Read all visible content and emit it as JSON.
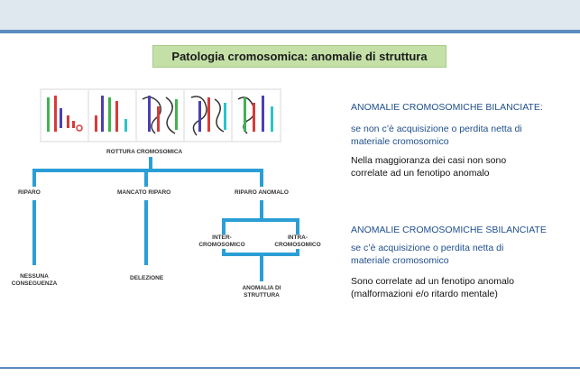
{
  "title": "Patologia cromosomica: anomalie di struttura",
  "diagram": {
    "root": "ROTTURA CROMOSOMICA",
    "branches": [
      "RIPARO",
      "MANCATO RIPARO",
      "RIPARO ANOMALO"
    ],
    "outcomes": {
      "riparo": "NESSUNA CONSEGUENZA",
      "mancato": "DELEZIONE",
      "anomalo": "ANOMALIA DI STRUTTURA"
    },
    "sub_branches": [
      "INTER-CROMOSOMICO",
      "INTRA-CROMOSOMICO"
    ]
  },
  "balanced": {
    "heading": "ANOMALIE CROMOSOMICHE BILANCIATE:",
    "definition": "se non c’è acquisizione o perdita netta di materiale cromosomico",
    "note": "Nella maggioranza dei casi non sono correlate ad un fenotipo anomalo"
  },
  "unbalanced": {
    "heading": "ANOMALIE CROMOSOMICHE SBILANCIATE",
    "definition": "se c’è acquisizione o perdita netta di materiale cromosomico",
    "note": "Sono correlate ad un fenotipo anomalo (malformazioni e/o ritardo mentale)"
  },
  "colors": {
    "accent": "#2a9fd6",
    "title_bg": "#c4e0a7",
    "heading": "#1f4e8c",
    "rule": "#5b8bbd"
  }
}
